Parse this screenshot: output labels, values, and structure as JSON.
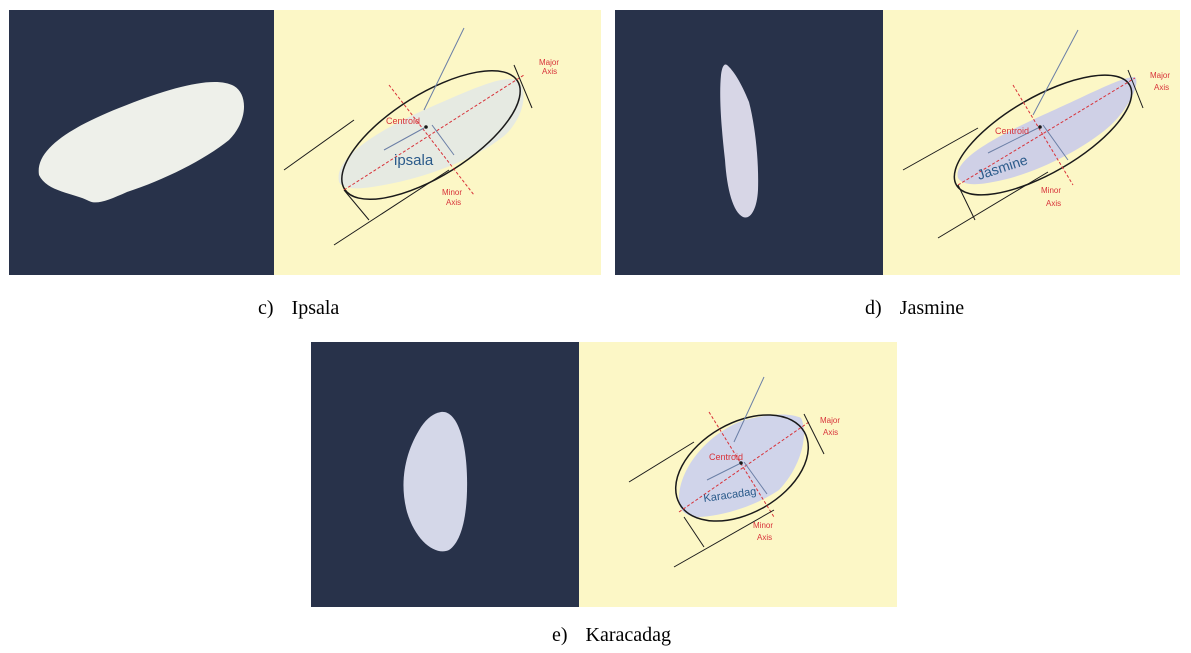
{
  "colors": {
    "dark_background": "#28324a",
    "light_background": "#fcf7c6",
    "axis_red": "#d8333a",
    "grain_label_blue": "#2a5a8a",
    "ellipse_outline": "#1a1a1a"
  },
  "annotation_labels": {
    "centroid": "Centroid",
    "major_axis": [
      "Major",
      "Axis"
    ],
    "minor_axis": [
      "Minor",
      "Axis"
    ]
  },
  "figures": [
    {
      "id": "c",
      "letter": "c)",
      "name": "Ipsala",
      "grain_label": "ipsala"
    },
    {
      "id": "d",
      "letter": "d)",
      "name": "Jasmine",
      "grain_label": "Jasmine"
    },
    {
      "id": "e",
      "letter": "e)",
      "name": "Karacadag",
      "grain_label": "Karacadag"
    }
  ]
}
